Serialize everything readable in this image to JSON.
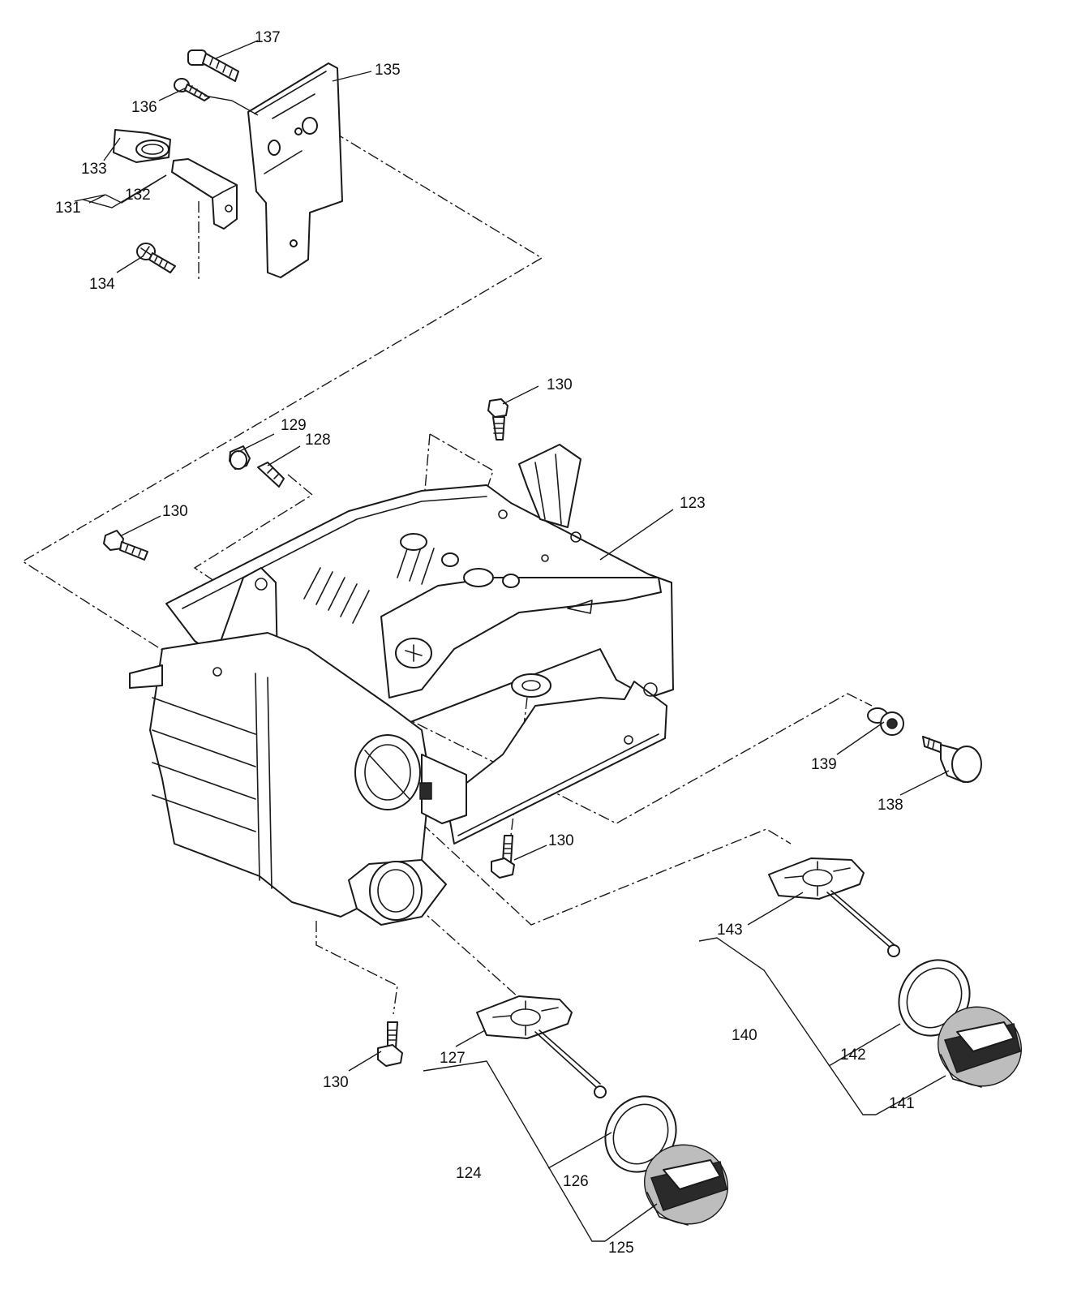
{
  "callouts": {
    "c123": "123",
    "c124": "124",
    "c125": "125",
    "c126": "126",
    "c127": "127",
    "c128": "128",
    "c129": "129",
    "c130a": "130",
    "c130b": "130",
    "c130c": "130",
    "c130d": "130",
    "c131": "131",
    "c132": "132",
    "c133": "133",
    "c134": "134",
    "c135": "135",
    "c136": "136",
    "c137": "137",
    "c138": "138",
    "c139": "139",
    "c140": "140",
    "c141": "141",
    "c142": "142",
    "c143": "143"
  }
}
